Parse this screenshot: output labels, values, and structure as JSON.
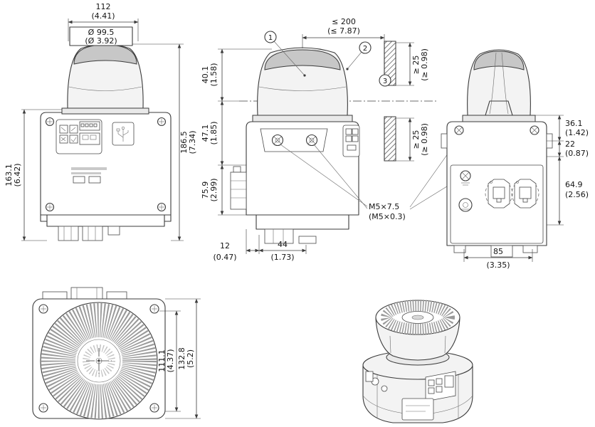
{
  "drawing": {
    "type": "technical-dimensional-drawing",
    "colors": {
      "line": "#3b3b3b",
      "dome_cap": "#c7c7c7",
      "hatch": "#555555",
      "background": "#ffffff"
    }
  },
  "views": {
    "front": {
      "dims": {
        "width_top": {
          "mm": "112",
          "in": "(4.41)"
        },
        "dome_dia": {
          "mm": "Ø 99.5",
          "in": "(Ø 3.92)"
        },
        "height_body": {
          "mm": "163.1",
          "in": "(6.42)"
        },
        "height_total": {
          "mm": "186.5",
          "in": "(7.34)"
        }
      }
    },
    "side": {
      "callouts": {
        "c1": "1",
        "c2": "2",
        "c3": "3"
      },
      "dims": {
        "wall_distance": {
          "mm": "≤ 200",
          "in": "(≤ 7.87)"
        },
        "clearance_top": {
          "mm": "≥ 25",
          "in": "(≥ 0.98)"
        },
        "clearance_bottom": {
          "mm": "≥ 25",
          "in": "(≥ 0.98)"
        },
        "dome_to_plane": {
          "mm": "40.1",
          "in": "(1.58)"
        },
        "plane_to_mid": {
          "mm": "47.1",
          "in": "(1.85)"
        },
        "mid_to_bottom": {
          "mm": "75.9",
          "in": "(2.99)"
        },
        "offset_left": {
          "mm": "12",
          "in": "(0.47)"
        },
        "screw_spacing": {
          "mm": "44",
          "in": "(1.73)"
        },
        "thread": {
          "line1": "M5×7.5",
          "line2": "(M5×0.3)"
        }
      }
    },
    "rear": {
      "dims": {
        "top_section": {
          "mm": "36.1",
          "in": "(1.42)"
        },
        "mid_section": {
          "mm": "22",
          "in": "(0.87)"
        },
        "bottom_section": {
          "mm": "64.9",
          "in": "(2.56)"
        },
        "width": {
          "mm": "85",
          "in": "(3.35)"
        }
      }
    },
    "bottom": {
      "dims": {
        "inner_height": {
          "mm": "111.1",
          "in": "(4.37)"
        },
        "outer_height": {
          "mm": "132.8",
          "in": "(5.2)"
        }
      }
    }
  }
}
